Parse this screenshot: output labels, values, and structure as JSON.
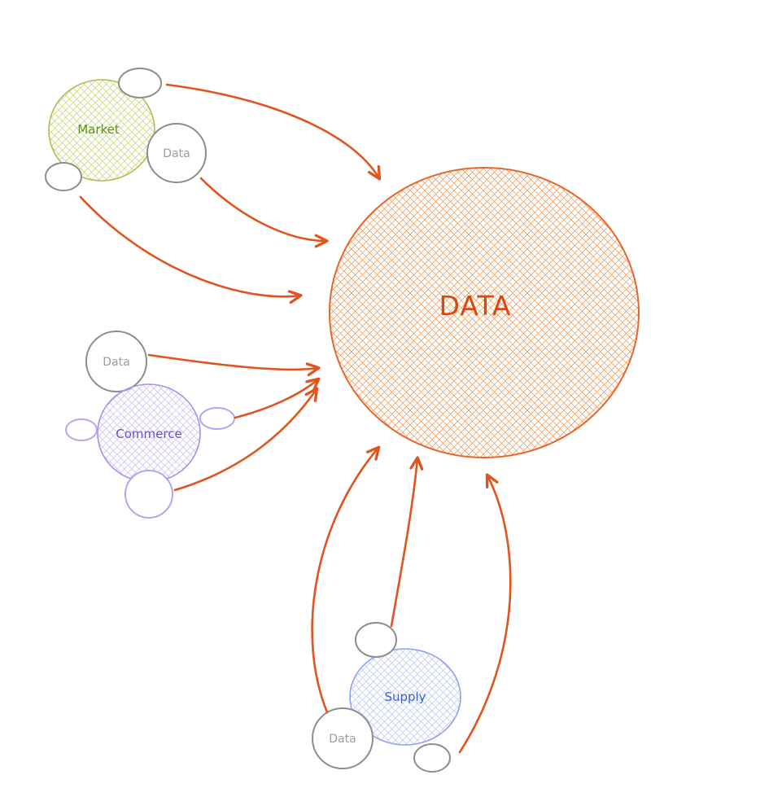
{
  "diagram": {
    "central_node": {
      "label": "DATA"
    },
    "market_cluster": {
      "label": "Market",
      "data_label": "Data"
    },
    "commerce_cluster": {
      "label": "Commerce",
      "data_label": "Data"
    },
    "supply_cluster": {
      "label": "Supply",
      "data_label": "Data"
    },
    "colors": {
      "arrow": "#e0541e",
      "central_stroke": "#e8672a",
      "central_text": "#d9480f",
      "market_stroke": "#a8c256",
      "market_text": "#5f9314",
      "commerce_stroke": "#a193ee",
      "commerce_satellite_stroke": "#b3a6f2",
      "commerce_text": "#6a4fc9",
      "supply_stroke": "#8fa3f2",
      "supply_text": "#3b5bdb",
      "satellite_stroke": "#8d8d8d",
      "satellite_text": "#9d9d9d"
    }
  }
}
